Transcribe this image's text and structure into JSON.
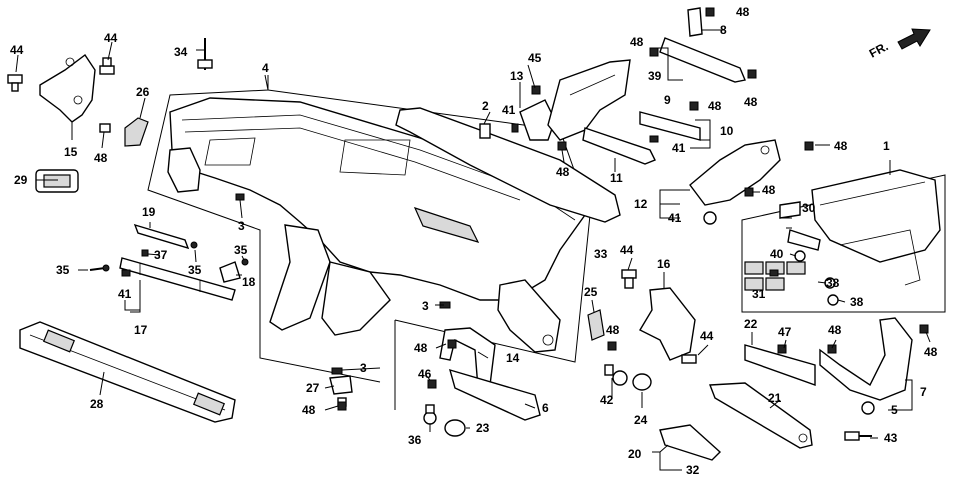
{
  "orientation_label": "FR.",
  "labels": [
    "1",
    "2",
    "3",
    "3",
    "3",
    "3",
    "4",
    "5",
    "6",
    "7",
    "8",
    "9",
    "10",
    "11",
    "12",
    "13",
    "14",
    "15",
    "16",
    "17",
    "18",
    "19",
    "20",
    "21",
    "22",
    "23",
    "24",
    "25",
    "26",
    "27",
    "28",
    "29",
    "30",
    "31",
    "32",
    "33",
    "34",
    "35",
    "35",
    "35",
    "36",
    "37",
    "38",
    "38",
    "39",
    "40",
    "41",
    "41",
    "41",
    "41",
    "42",
    "43",
    "44",
    "44",
    "44",
    "44",
    "45",
    "46",
    "47",
    "48",
    "48",
    "48",
    "48",
    "48",
    "48",
    "48",
    "48",
    "48",
    "48",
    "48",
    "48",
    "48",
    "48"
  ]
}
